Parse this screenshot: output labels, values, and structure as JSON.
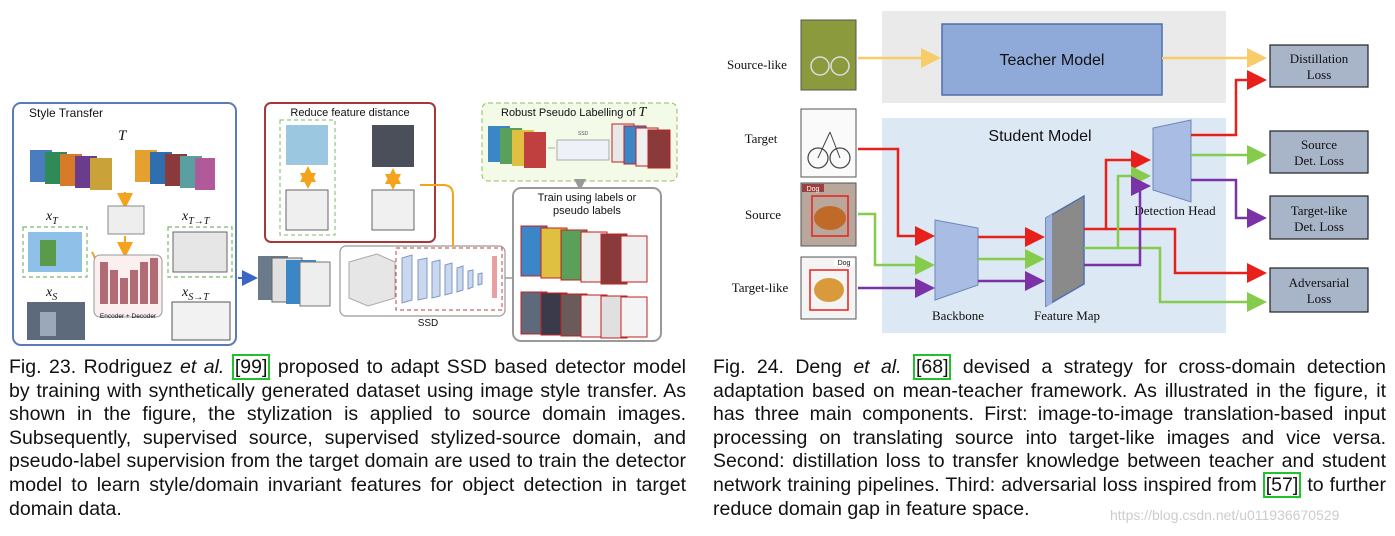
{
  "fig23": {
    "style_transfer_title": "Style Transfer",
    "t_symbol": "T",
    "x_t": "x",
    "x_t_sub": "T",
    "x_tt": "x",
    "x_tt_sub": "T→T",
    "x_s": "x",
    "x_s_sub": "S",
    "x_st": "x",
    "x_st_sub": "S→T",
    "encoder_decoder": "Encoder + Decoder",
    "reduce_feature_title": "Reduce feature distance",
    "robust_pseudo_title": "Robust Pseudo Labelling of",
    "robust_pseudo_symbol": "T",
    "train_labels_line1": "Train using labels or",
    "train_labels_line2": "pseudo labels",
    "ssd_label": "SSD",
    "ssd_small_label": "SSD"
  },
  "fig24": {
    "source_like": "Source-like",
    "target": "Target",
    "source": "Source",
    "target_like": "Target-like",
    "teacher_model": "Teacher Model",
    "student_model": "Student Model",
    "detection_head": "Detection Head",
    "backbone": "Backbone",
    "feature_map": "Feature Map",
    "dog_tag": "Dog",
    "losses": {
      "distillation_1": "Distillation",
      "distillation_2": "Loss",
      "source_det_1": "Source",
      "source_det_2": "Det. Loss",
      "target_like_det_1": "Target-like",
      "target_like_det_2": "Det. Loss",
      "adversarial_1": "Adversarial",
      "adversarial_2": "Loss"
    }
  },
  "captions": {
    "left": {
      "p1": "Fig. 23. Rodriguez ",
      "etal": "et al.",
      "p2": " ",
      "ref_open": "[",
      "ref": "99",
      "ref_close": "]",
      "p3": " proposed to adapt SSD based detector model by training with synthetically generated dataset using image style transfer. As shown in the figure, the stylization is applied to source domain images. Subsequently, supervised source, supervised stylized-source domain, and pseudo-label supervision from the target domain are used to train the detector model to learn style/domain invariant features for object detection in target domain data."
    },
    "right": {
      "p1": "Fig. 24. Deng ",
      "etal": "et al.",
      "p2": " ",
      "ref1_open": "[",
      "ref1": "68",
      "ref1_close": "]",
      "p3": " devised a strategy for cross-domain detection adaptation based on mean-teacher framework. As illustrated in the figure, it has three main components. First: image-to-image translation-based input processing on translating source into target-like images and vice versa. Second: distillation loss to transfer knowledge between teacher and student network training pipelines. Third: adversarial loss inspired from ",
      "ref2_open": "[",
      "ref2": "57",
      "ref2_close": "]",
      "p4": " to further reduce domain gap in feature space."
    }
  },
  "watermark": "https://blog.csdn.net/u011936670529"
}
